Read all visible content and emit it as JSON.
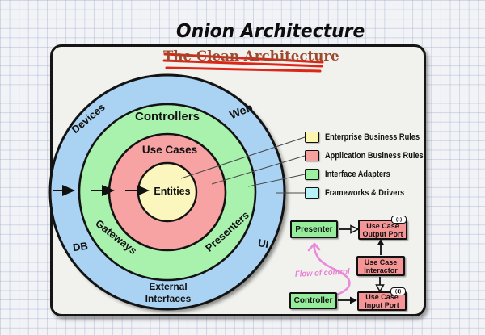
{
  "header": {
    "title": "Onion Architecture",
    "struck_title": "The Clean Architecture"
  },
  "onion": {
    "center_label": "Entities",
    "use_cases_label": "Use Cases",
    "controllers_label": "Controllers",
    "gateways_label": "Gateways",
    "presenters_label": "Presenters",
    "devices_label": "Devices",
    "web_label": "Web",
    "db_label": "DB",
    "ui_label": "UI",
    "external_line1": "External",
    "external_line2": "Interfaces"
  },
  "legend": {
    "items": [
      {
        "label": "Enterprise Business Rules",
        "color": "#fcf6ae"
      },
      {
        "label": "Application Business Rules",
        "color": "#f7a0a0"
      },
      {
        "label": "Interface Adapters",
        "color": "#9df09f"
      },
      {
        "label": "Frameworks & Drivers",
        "color": "#b5f1f7"
      }
    ]
  },
  "flow_diagram": {
    "presenter_label": "Presenter",
    "controller_label": "Controller",
    "output_port_line1": "Use Case",
    "output_port_line2": "Output Port",
    "interactor_line1": "Use Case",
    "interactor_line2": "Interactor",
    "input_port_line1": "Use Case",
    "input_port_line2": "Input Port",
    "flow_label": "Flow of control",
    "interface_badge": "⟨I⟩"
  },
  "colors": {
    "ring_frameworks_blue": "#aad2f2",
    "ring_adapters_green": "#a9f2ae",
    "ring_application_red": "#f7a3a3",
    "ring_enterprise_yellow": "#fbf6bd",
    "flow_box_green": "#95ed9b",
    "flow_box_pink": "#f59595",
    "strikethrough_red": "#dd1507",
    "flow_of_control_pink": "#e87fd4"
  }
}
